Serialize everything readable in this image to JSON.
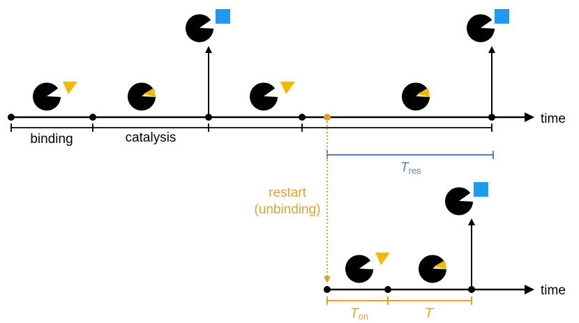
{
  "labels": {
    "time_top": "time",
    "time_bottom": "time",
    "binding": "binding",
    "catalysis": "catalysis",
    "t_res_main": "T",
    "t_res_sub": "res",
    "restart_line1": "restart",
    "restart_line2": "(unbinding)",
    "t_on_main": "T",
    "t_on_sub": "on",
    "t_main": "T"
  },
  "colors": {
    "black": "#000000",
    "substrate": "#F5B800",
    "product": "#1E9BF0",
    "restart": "#E0A030",
    "t_res": "#5B7DB5"
  },
  "icons": {
    "enzyme": "pacman-enzyme-icon",
    "substrate": "triangle-substrate-icon",
    "product": "square-product-icon"
  }
}
